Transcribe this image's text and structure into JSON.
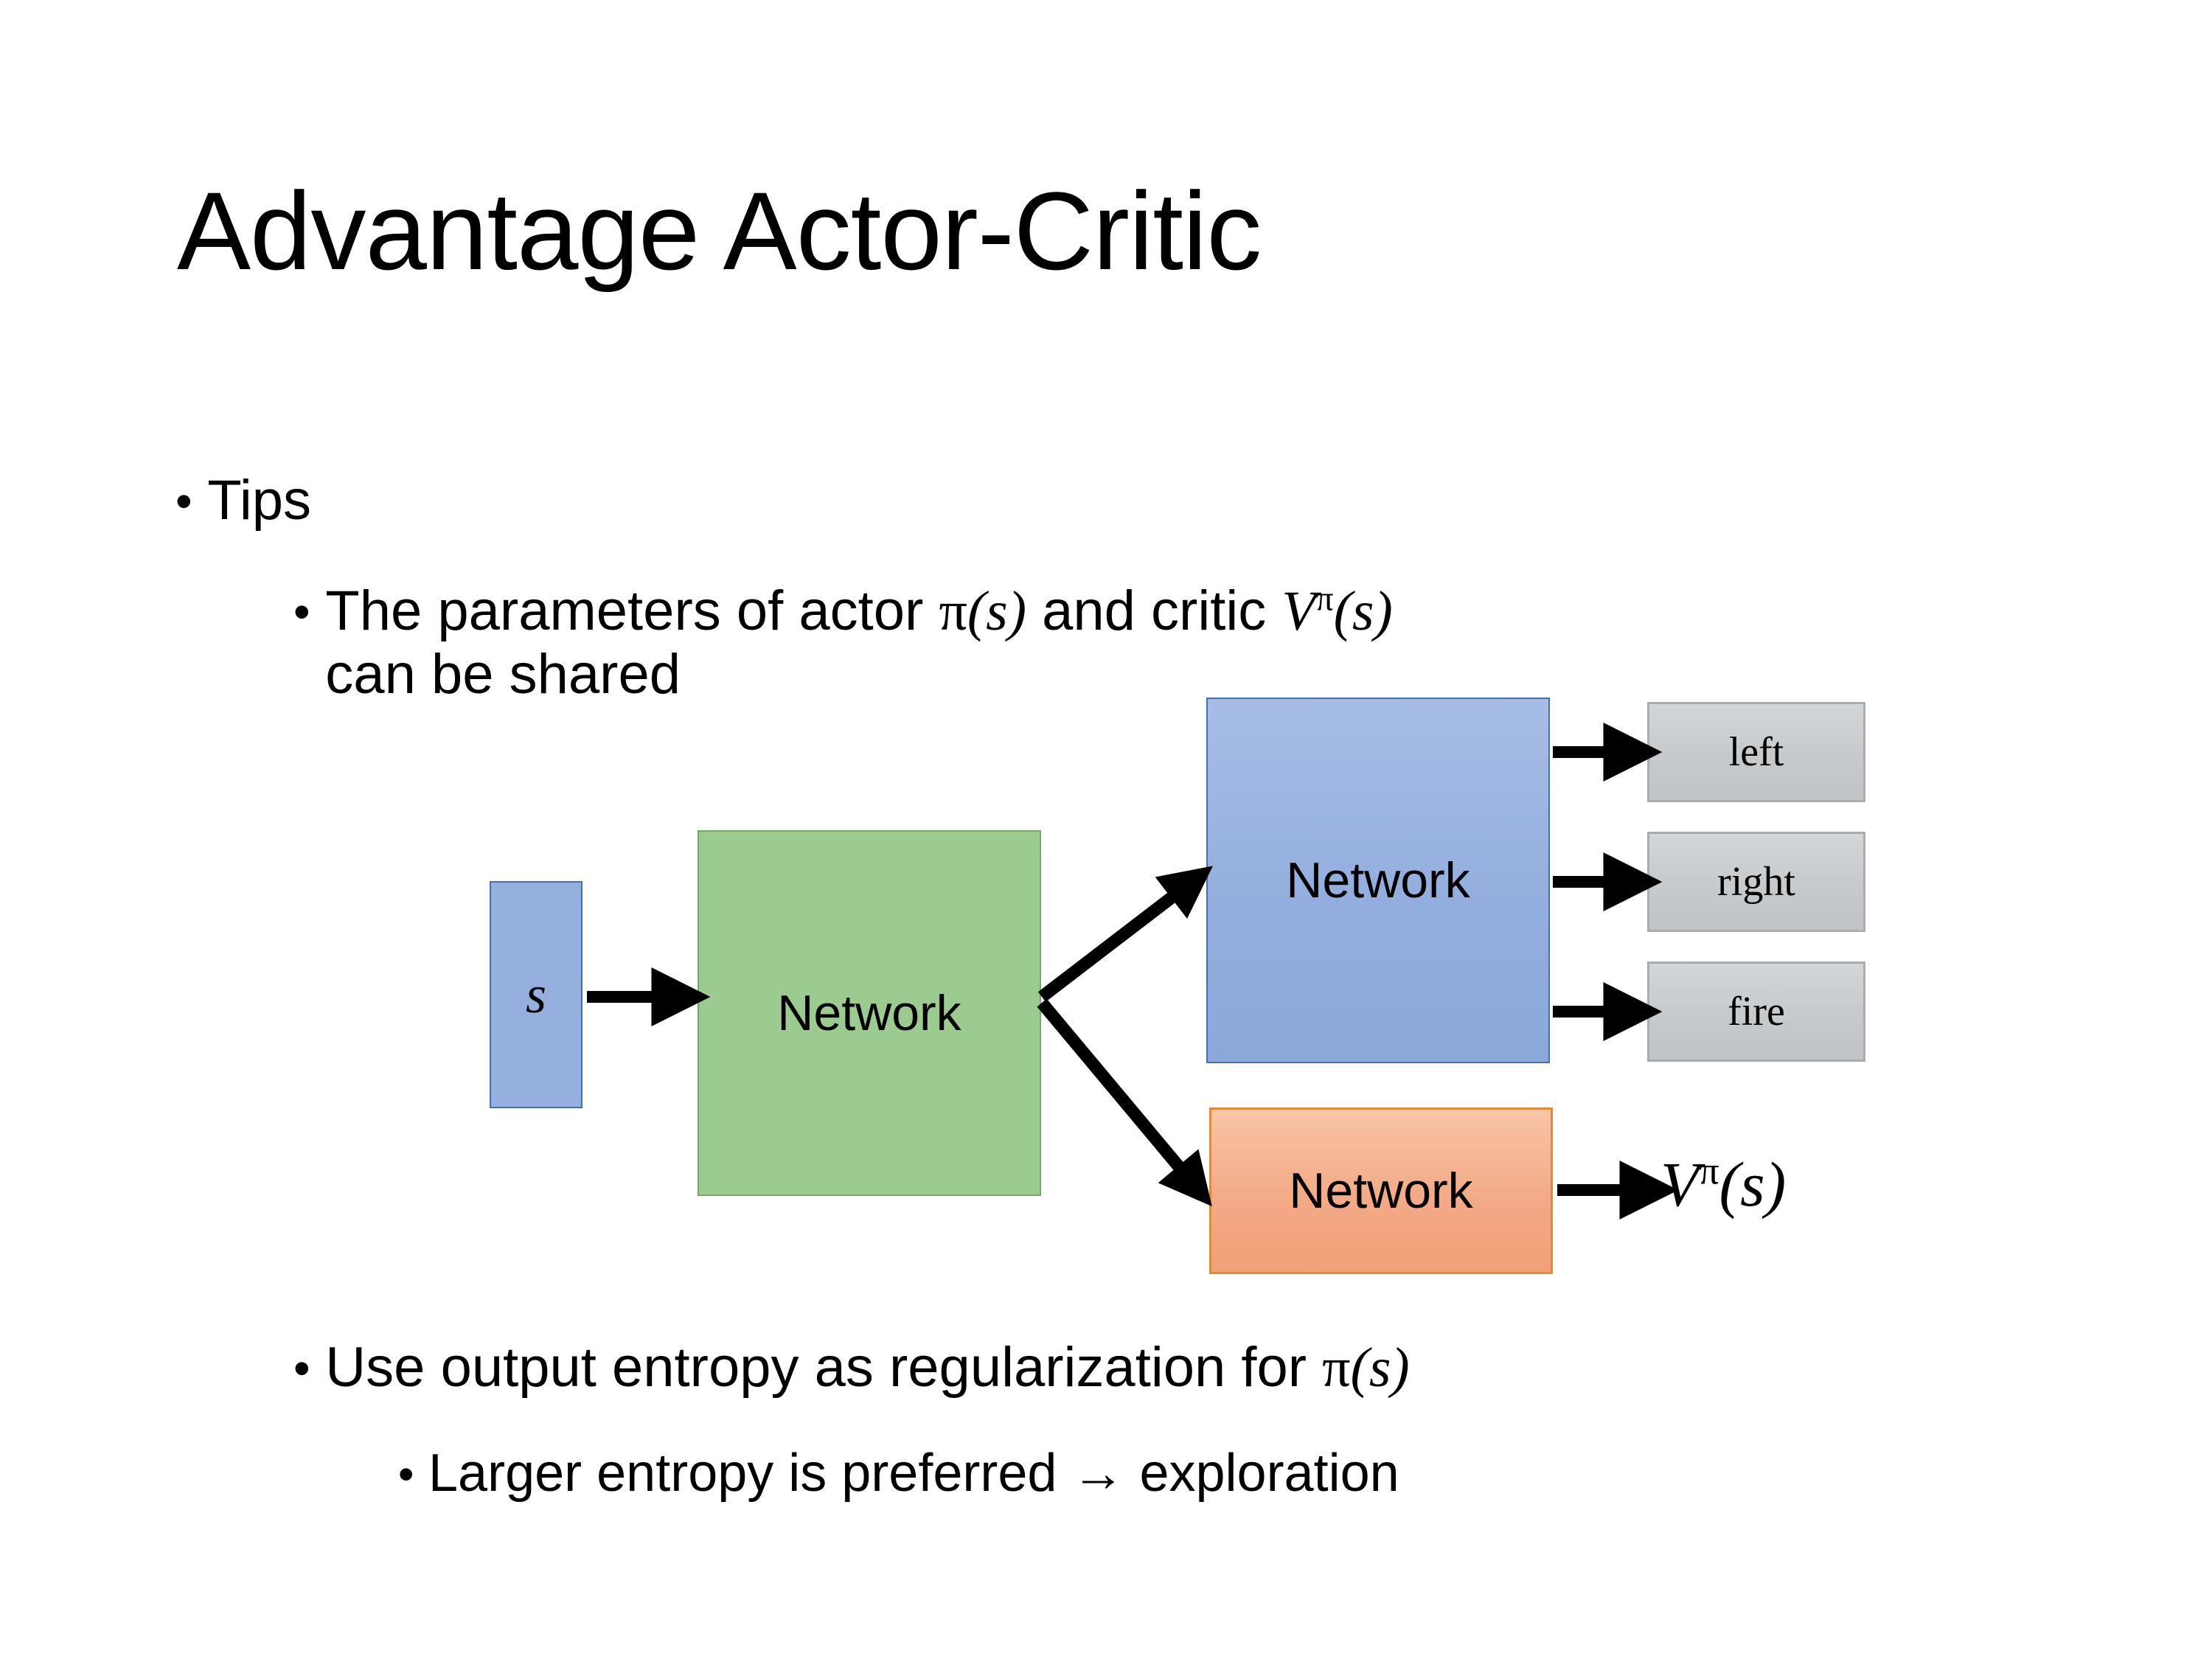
{
  "slide": {
    "title": "Advantage Actor-Critic",
    "background_color": "#ffffff",
    "text_color": "#000000"
  },
  "bullets": {
    "tips": {
      "marker": "•",
      "text": "Tips"
    },
    "shared": {
      "marker": "•",
      "prefix": "The parameters of actor ",
      "math_actor_pi": "π",
      "math_actor_arg": "(s)",
      "middle": " and critic ",
      "math_critic_v": "V",
      "math_critic_sup": "π",
      "math_critic_arg": "(s)",
      "line2": "can be shared"
    },
    "entropy": {
      "marker": "•",
      "prefix": "Use output entropy as regularization for ",
      "math_pi": "π",
      "math_arg": "(s)"
    },
    "larger": {
      "marker": "•",
      "text": "Larger entropy is preferred → exploration"
    }
  },
  "diagram": {
    "state_box": {
      "label": "s",
      "fill": "#95AFDE",
      "border": "#4472A8"
    },
    "shared_network": {
      "label": "Network",
      "fill": "#9CCB8F",
      "border": "#76A86A"
    },
    "actor_network": {
      "label": "Network",
      "fill": "#93AEDE",
      "border": "#4472A8"
    },
    "critic_network": {
      "label": "Network",
      "fill": "#F3AA86",
      "border": "#E08A3C"
    },
    "action_outputs": [
      {
        "label": "left",
        "fill": "#C6CACC",
        "border": "#A9ADAF"
      },
      {
        "label": "right",
        "fill": "#C6CACC",
        "border": "#A9ADAF"
      },
      {
        "label": "fire",
        "fill": "#C6CACC",
        "border": "#A9ADAF"
      }
    ],
    "critic_output": {
      "symbol": "V",
      "superscript": "π",
      "argument": "(s)"
    },
    "arrow_color": "#000000",
    "arrows": [
      {
        "name": "state-to-shared"
      },
      {
        "name": "shared-to-actor"
      },
      {
        "name": "shared-to-critic"
      },
      {
        "name": "actor-to-left"
      },
      {
        "name": "actor-to-right"
      },
      {
        "name": "actor-to-fire"
      },
      {
        "name": "critic-to-value"
      }
    ]
  }
}
